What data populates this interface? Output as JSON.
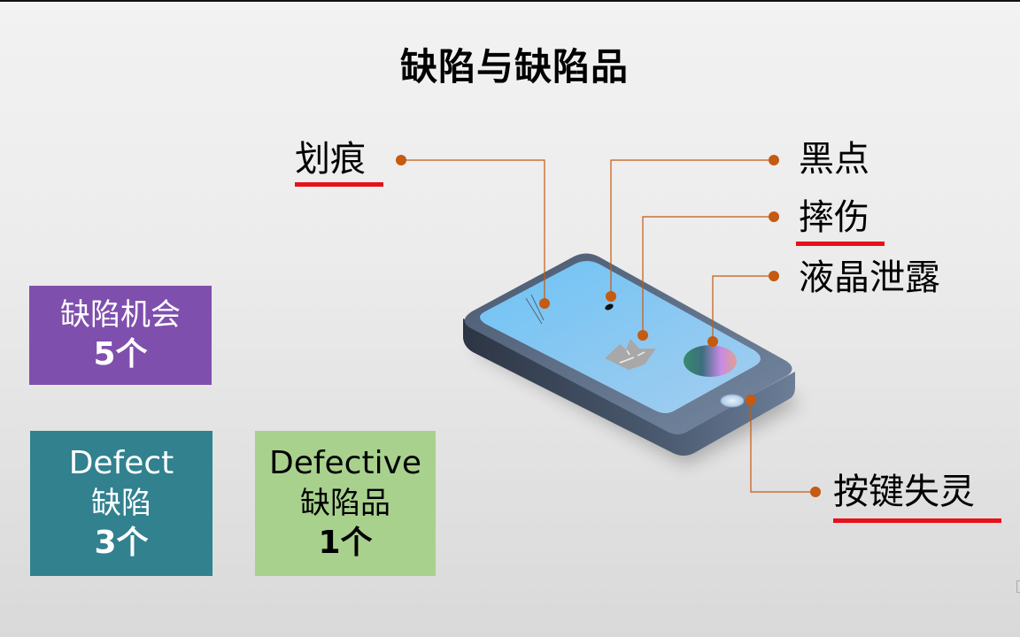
{
  "slide": {
    "title": "缺陷与缺陷品",
    "callouts": [
      {
        "id": "scratch",
        "label": "划痕",
        "underlined": true
      },
      {
        "id": "black-spot",
        "label": "黑点",
        "underlined": false
      },
      {
        "id": "drop-damage",
        "label": "摔伤",
        "underlined": true
      },
      {
        "id": "lcd-leak",
        "label": "液晶泄露",
        "underlined": false
      },
      {
        "id": "button-failure",
        "label": "按键失灵",
        "underlined": true
      }
    ],
    "boxes": {
      "opportunity": {
        "line1": "缺陷机会",
        "line2": "5个"
      },
      "defect": {
        "en": "Defect",
        "zh": "缺陷",
        "count": "3个"
      },
      "defective": {
        "en": "Defective",
        "zh": "缺陷品",
        "count": "1个"
      }
    },
    "colors": {
      "callout_line": "#c55a11",
      "underline": "#e8101a",
      "box_purple": "#7f4fad",
      "box_teal": "#31818f",
      "box_green": "#a9d18e",
      "screen": "#7cc6f5",
      "phone_body": "#5a6a80"
    }
  }
}
